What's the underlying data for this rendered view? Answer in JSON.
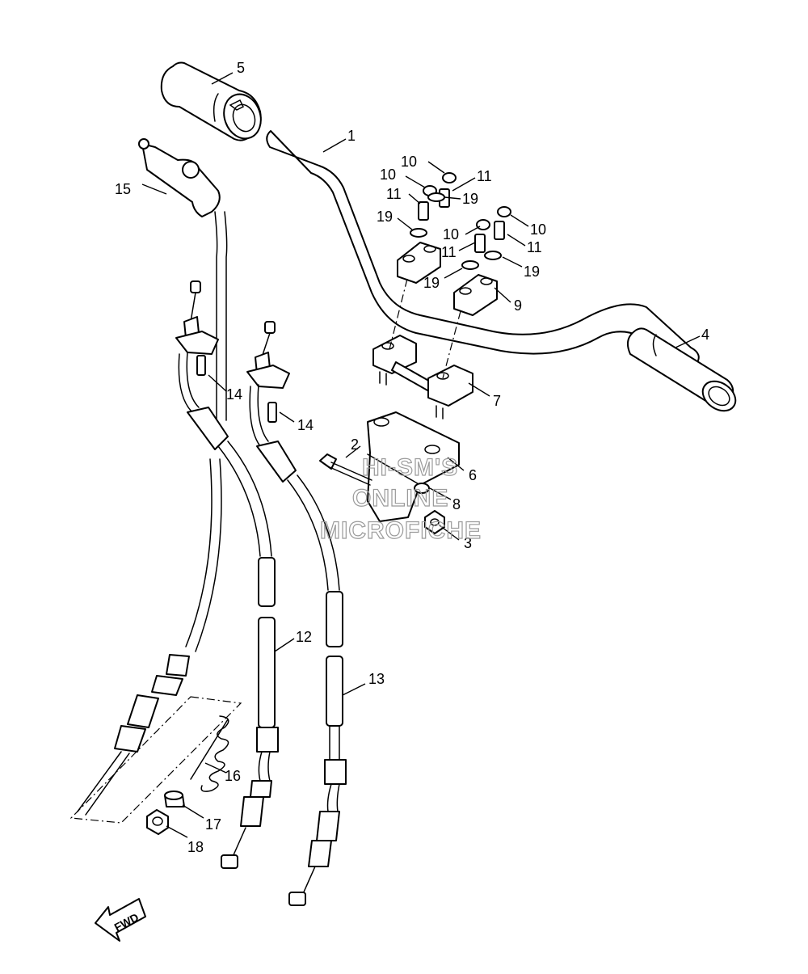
{
  "callouts": [
    {
      "id": "c1",
      "label": "1"
    },
    {
      "id": "c2",
      "label": "2"
    },
    {
      "id": "c3",
      "label": "3"
    },
    {
      "id": "c4",
      "label": "4"
    },
    {
      "id": "c5",
      "label": "5"
    },
    {
      "id": "c6",
      "label": "6"
    },
    {
      "id": "c7",
      "label": "7"
    },
    {
      "id": "c8",
      "label": "8"
    },
    {
      "id": "c9",
      "label": "9"
    },
    {
      "id": "c10a",
      "label": "10"
    },
    {
      "id": "c10b",
      "label": "10"
    },
    {
      "id": "c10c",
      "label": "10"
    },
    {
      "id": "c10d",
      "label": "10"
    },
    {
      "id": "c11a",
      "label": "11"
    },
    {
      "id": "c11b",
      "label": "11"
    },
    {
      "id": "c11c",
      "label": "11"
    },
    {
      "id": "c11d",
      "label": "11"
    },
    {
      "id": "c12",
      "label": "12"
    },
    {
      "id": "c13",
      "label": "13"
    },
    {
      "id": "c14a",
      "label": "14"
    },
    {
      "id": "c14b",
      "label": "14"
    },
    {
      "id": "c15",
      "label": "15"
    },
    {
      "id": "c16",
      "label": "16"
    },
    {
      "id": "c17",
      "label": "17"
    },
    {
      "id": "c18",
      "label": "18"
    },
    {
      "id": "c19a",
      "label": "19"
    },
    {
      "id": "c19b",
      "label": "19"
    },
    {
      "id": "c19c",
      "label": "19"
    },
    {
      "id": "c19d",
      "label": "19"
    }
  ],
  "watermark": {
    "line1": "HI-SM'S",
    "line2": "ONLINE",
    "line3": "MICROFICHE"
  },
  "direction_arrow": {
    "label": "FWD"
  }
}
